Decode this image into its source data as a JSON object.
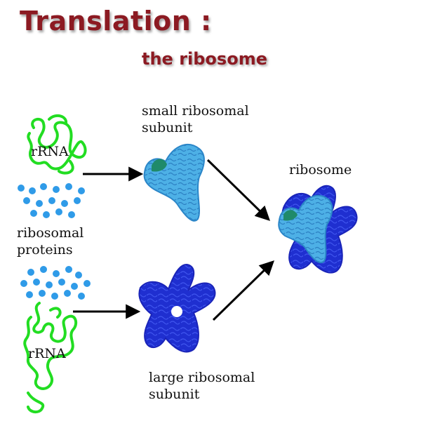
{
  "title": "Translation :",
  "subtitle": "the ribosome",
  "labels": {
    "rrna_top": "rRNA",
    "ribosomal_proteins_line1": "ribosomal",
    "ribosomal_proteins_line2": "proteins",
    "rrna_bottom": "rRNA",
    "small_subunit_line1": "small ribosomal",
    "small_subunit_line2": "subunit",
    "large_subunit_line1": "large ribosomal",
    "large_subunit_line2": "subunit",
    "ribosome": "ribosome"
  },
  "colors": {
    "title": "#8c1a22",
    "rrna_strand": "#22dd22",
    "protein_dot": "#2f9be8",
    "small_subunit": "#3aa0dc",
    "small_subunit_cap": "#1f8a6a",
    "large_subunit": "#1f2fd0",
    "arrow": "#000000"
  }
}
